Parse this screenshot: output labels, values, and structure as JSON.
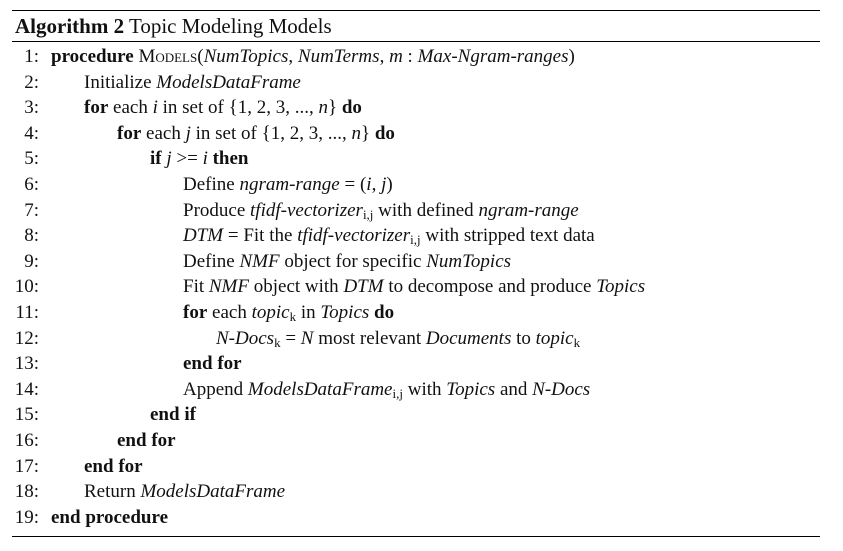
{
  "caption": {
    "label": "Algorithm 2",
    "title": "Topic Modeling Models"
  },
  "lines": [
    {
      "no": "1:",
      "indent": 0,
      "segs": [
        {
          "t": "procedure",
          "s": "kw"
        },
        {
          "t": " "
        },
        {
          "t": "Models",
          "s": "sc"
        },
        {
          "t": "("
        },
        {
          "t": "NumTopics",
          "s": "it"
        },
        {
          "t": ", "
        },
        {
          "t": "NumTerms",
          "s": "it"
        },
        {
          "t": ", "
        },
        {
          "t": "m",
          "s": "it"
        },
        {
          "t": " : "
        },
        {
          "t": "Max-Ngram-ranges",
          "s": "it"
        },
        {
          "t": ")"
        }
      ]
    },
    {
      "no": "2:",
      "indent": 1,
      "segs": [
        {
          "t": "Initialize "
        },
        {
          "t": "ModelsDataFrame",
          "s": "it"
        }
      ]
    },
    {
      "no": "3:",
      "indent": 1,
      "segs": [
        {
          "t": "for",
          "s": "kw"
        },
        {
          "t": " each "
        },
        {
          "t": "i",
          "s": "it"
        },
        {
          "t": " in set of {1, 2, 3, ..., "
        },
        {
          "t": "n",
          "s": "it"
        },
        {
          "t": "} "
        },
        {
          "t": "do",
          "s": "kw"
        }
      ]
    },
    {
      "no": "4:",
      "indent": 2,
      "segs": [
        {
          "t": "for",
          "s": "kw"
        },
        {
          "t": " each "
        },
        {
          "t": "j",
          "s": "it"
        },
        {
          "t": " in set of {1, 2, 3, ..., "
        },
        {
          "t": "n",
          "s": "it"
        },
        {
          "t": "} "
        },
        {
          "t": "do",
          "s": "kw"
        }
      ]
    },
    {
      "no": "5:",
      "indent": 3,
      "segs": [
        {
          "t": "if",
          "s": "kw"
        },
        {
          "t": " "
        },
        {
          "t": "j",
          "s": "it"
        },
        {
          "t": " >= "
        },
        {
          "t": "i",
          "s": "it"
        },
        {
          "t": " "
        },
        {
          "t": "then",
          "s": "kw"
        }
      ]
    },
    {
      "no": "6:",
      "indent": 4,
      "segs": [
        {
          "t": "Define "
        },
        {
          "t": "ngram-range",
          "s": "it"
        },
        {
          "t": " = ("
        },
        {
          "t": "i",
          "s": "it"
        },
        {
          "t": ", "
        },
        {
          "t": "j",
          "s": "it"
        },
        {
          "t": ")"
        }
      ]
    },
    {
      "no": "7:",
      "indent": 4,
      "segs": [
        {
          "t": "Produce "
        },
        {
          "t": "tfidf-vectorizer",
          "s": "it"
        },
        {
          "t": "i,j",
          "s": "sub"
        },
        {
          "t": " with defined "
        },
        {
          "t": "ngram-range",
          "s": "it"
        }
      ]
    },
    {
      "no": "8:",
      "indent": 4,
      "segs": [
        {
          "t": "DTM",
          "s": "it"
        },
        {
          "t": " = Fit the "
        },
        {
          "t": "tfidf-vectorizer",
          "s": "it"
        },
        {
          "t": "i,j",
          "s": "sub"
        },
        {
          "t": " with stripped text data"
        }
      ]
    },
    {
      "no": "9:",
      "indent": 4,
      "segs": [
        {
          "t": "Define "
        },
        {
          "t": "NMF",
          "s": "it"
        },
        {
          "t": " object for specific "
        },
        {
          "t": "NumTopics",
          "s": "it"
        }
      ]
    },
    {
      "no": "10:",
      "indent": 4,
      "segs": [
        {
          "t": "Fit "
        },
        {
          "t": "NMF",
          "s": "it"
        },
        {
          "t": " object with "
        },
        {
          "t": "DTM",
          "s": "it"
        },
        {
          "t": " to decompose and produce "
        },
        {
          "t": "Topics",
          "s": "it"
        }
      ]
    },
    {
      "no": "11:",
      "indent": 4,
      "segs": [
        {
          "t": "for",
          "s": "kw"
        },
        {
          "t": " each "
        },
        {
          "t": "topic",
          "s": "it"
        },
        {
          "t": "k",
          "s": "sub"
        },
        {
          "t": " in "
        },
        {
          "t": "Topics",
          "s": "it"
        },
        {
          "t": " "
        },
        {
          "t": "do",
          "s": "kw"
        }
      ]
    },
    {
      "no": "12:",
      "indent": 5,
      "segs": [
        {
          "t": "N-Docs",
          "s": "it"
        },
        {
          "t": "k",
          "s": "sub"
        },
        {
          "t": " = "
        },
        {
          "t": "N",
          "s": "it"
        },
        {
          "t": " most relevant "
        },
        {
          "t": "Documents",
          "s": "it"
        },
        {
          "t": " to "
        },
        {
          "t": "topic",
          "s": "it"
        },
        {
          "t": "k",
          "s": "sub"
        }
      ]
    },
    {
      "no": "13:",
      "indent": 4,
      "segs": [
        {
          "t": "end for",
          "s": "kw"
        }
      ]
    },
    {
      "no": "14:",
      "indent": 4,
      "segs": [
        {
          "t": "Append "
        },
        {
          "t": "ModelsDataFrame",
          "s": "it"
        },
        {
          "t": "i,j",
          "s": "sub"
        },
        {
          "t": " with "
        },
        {
          "t": "Topics",
          "s": "it"
        },
        {
          "t": " and "
        },
        {
          "t": "N-Docs",
          "s": "it"
        }
      ]
    },
    {
      "no": "15:",
      "indent": 3,
      "segs": [
        {
          "t": "end if",
          "s": "kw"
        }
      ]
    },
    {
      "no": "16:",
      "indent": 2,
      "segs": [
        {
          "t": "end for",
          "s": "kw"
        }
      ]
    },
    {
      "no": "17:",
      "indent": 1,
      "segs": [
        {
          "t": "end for",
          "s": "kw"
        }
      ]
    },
    {
      "no": "18:",
      "indent": 1,
      "segs": [
        {
          "t": "Return "
        },
        {
          "t": "ModelsDataFrame",
          "s": "it"
        }
      ]
    },
    {
      "no": "19:",
      "indent": 0,
      "segs": [
        {
          "t": "end procedure",
          "s": "kw"
        }
      ]
    }
  ]
}
